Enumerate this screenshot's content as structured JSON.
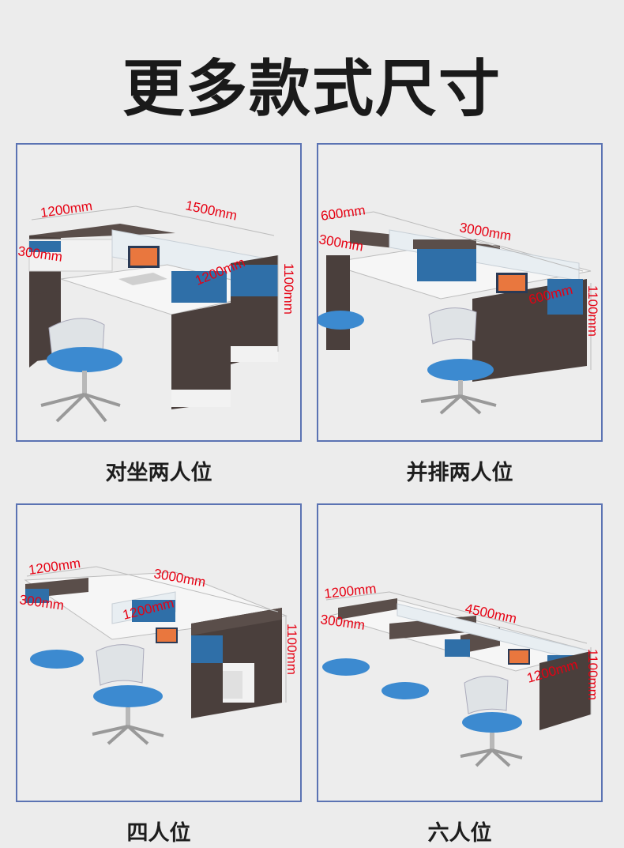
{
  "page_title": "更多款式尺寸",
  "colors": {
    "border": "#5b73b3",
    "dimension_text": "#e60012",
    "desk_dark": "#4a3f3c",
    "panel_blue": "#2f6fa8",
    "chair_seat": "#3c8ad0",
    "desk_top": "#f4f4f4"
  },
  "products": [
    {
      "caption": "对坐两人位",
      "dims": {
        "a": "1200mm",
        "b": "1500mm",
        "c": "300mm",
        "d": "1200mm",
        "e": "1100mm"
      }
    },
    {
      "caption": "并排两人位",
      "dims": {
        "a": "600mm",
        "b": "3000mm",
        "c": "300mm",
        "d": "600mm",
        "e": "1100mm"
      }
    },
    {
      "caption": "四人位",
      "dims": {
        "a": "1200mm",
        "b": "3000mm",
        "c": "300mm",
        "d": "1200mm",
        "e": "1100mm"
      }
    },
    {
      "caption": "六人位",
      "dims": {
        "a": "1200mm",
        "b": "4500mm",
        "c": "300mm",
        "d": "1200mm",
        "e": "1100mm"
      }
    }
  ]
}
